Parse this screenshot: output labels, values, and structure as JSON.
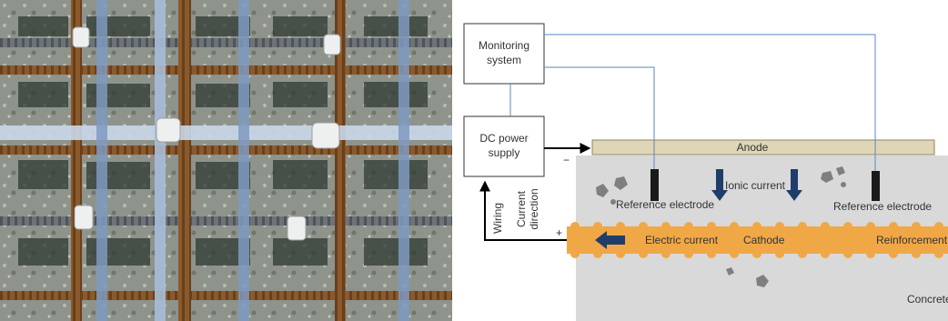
{
  "photo": {
    "icon": "rebar-mesh-photo"
  },
  "diagram": {
    "monitoring_system": [
      "Monitoring",
      "system"
    ],
    "dc_power_supply": [
      "DC power",
      "supply"
    ],
    "anode_label": "Anode",
    "minus_sign": "−",
    "plus_sign": "+",
    "reference_electrode_left": "Reference electrode",
    "reference_electrode_right": "Reference electrode",
    "ionic_current": "Ionic current",
    "electric_current": "Electric current",
    "cathode": "Cathode",
    "reinforcement": "Reinforcement",
    "concrete": "Concrete",
    "wiring": "Wiring",
    "current_direction": [
      "Current",
      "direction"
    ]
  },
  "colors": {
    "wire_blue": "#5b86c4",
    "arrow_navy": "#1f3d6b",
    "rebar_orange": "#f0a847",
    "anode_fill": "#ded6b6",
    "concrete_gray": "#d9d9d9",
    "aggregate_gray": "#7f7f7f"
  }
}
